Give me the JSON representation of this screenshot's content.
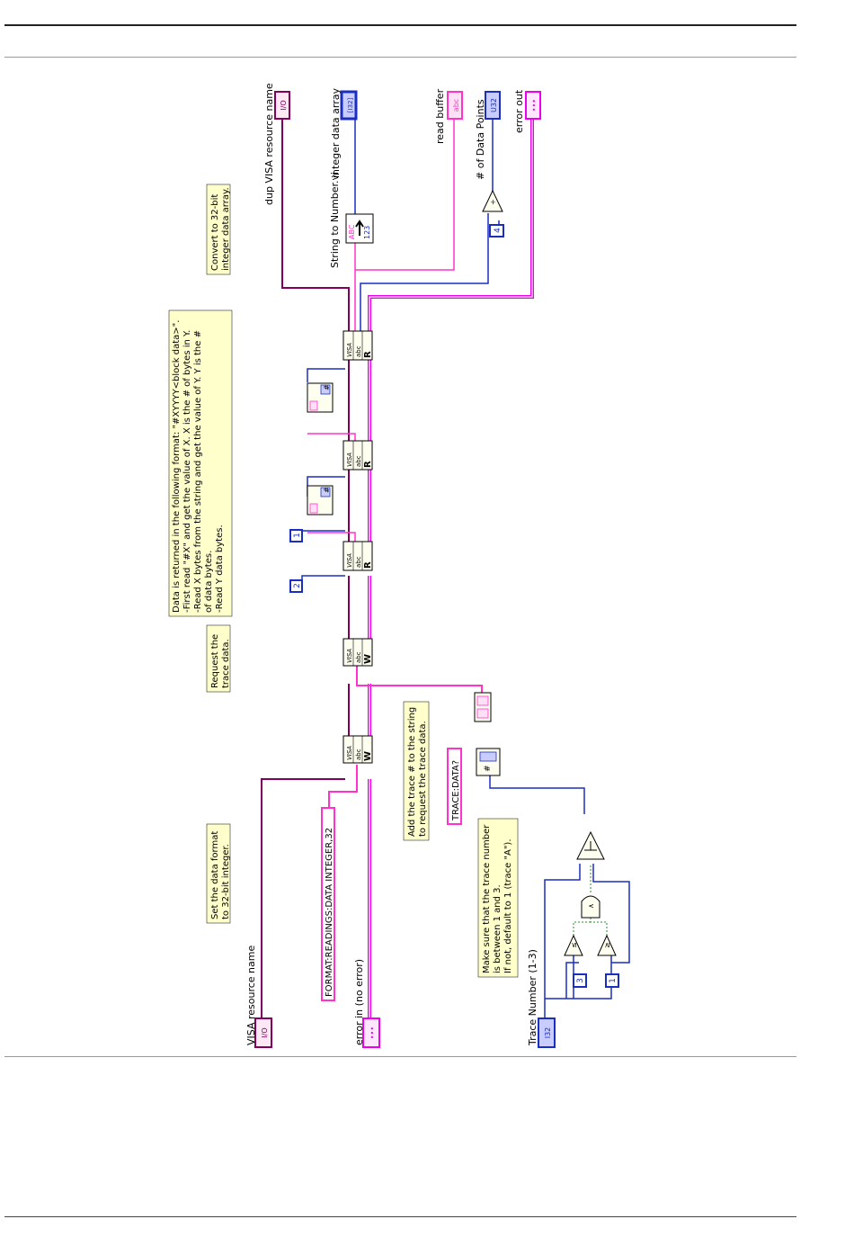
{
  "labels": {
    "visa_resource_name": "VISA resource name",
    "error_in": "error in (no error)",
    "trace_number": "Trace Number (1-3)",
    "dup_visa_resource_name": "dup VISA resource name",
    "integer_data_array": "integer data array",
    "read_buffer": "read buffer",
    "num_data_points": "# of Data Points",
    "error_out": "error out",
    "string_to_number_vi": "String to Number.vi"
  },
  "terminal_types": {
    "io": "I/O",
    "error": "•••",
    "i32": "I32",
    "i32_array": "[I32]",
    "abc": "abc",
    "u32": "U32"
  },
  "constants": {
    "format_cmd": "FORMAT:READINGS:DATA INTEGER,32",
    "trace_cmd": "TRACE:DATA?",
    "read_count_2": "2",
    "read_count_1": "1",
    "divisor_4": "4",
    "limit_3": "3",
    "limit_1": "1"
  },
  "comments": {
    "set_format": [
      "Set the data format",
      "to 32-bit integer."
    ],
    "request_trace": [
      "Request the",
      "trace data."
    ],
    "data_format": [
      "Data is returned in the following format: \"#XYYYY<block data>\".",
      "-First read \"#X\" and get the value of X.  X is the # of bytes in Y.",
      "-Read X bytes from the string and get the value of Y.  Y is the #",
      "of data bytes.",
      "-Read Y data bytes."
    ],
    "convert": [
      "Convert to 32-bit",
      "integer data array."
    ],
    "add_trace": [
      "Add the trace # to the string",
      "to request the trace data."
    ],
    "trace_check": [
      "Make sure that the trace number",
      "is between 1 and 3.",
      "If not, default to 1 (trace \"A\")."
    ]
  },
  "node_text": {
    "visa": "VISA",
    "abc": "abc",
    "write": "W",
    "read": "R",
    "hash": "#"
  },
  "colors": {
    "io_wire": "#800060",
    "error_wire": "#ee00ee",
    "string_wire": "#ff33cc",
    "int_wire": "#1a2fc0",
    "bool_wire": "#2e8b2e",
    "comment_bg": "#ffffcc",
    "node_bg": "#fffff0"
  }
}
